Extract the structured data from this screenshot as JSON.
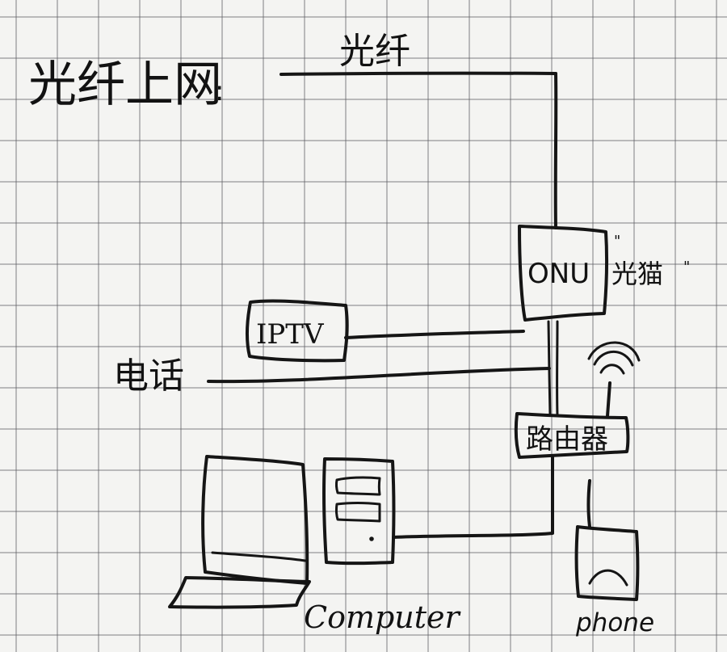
{
  "diagram": {
    "title": "光纤上网",
    "title_colon": ":",
    "fiber_label": "光纤",
    "onu_label": "ONU",
    "onu_nickname": "光猫",
    "iptv_label": "IPTV",
    "phone_line_label": "电话",
    "router_label": "路由器",
    "computer_label": "Computer",
    "phone_label": "phone"
  },
  "colors": {
    "paper": "#f4f4f2",
    "grid": "#8a8a8f",
    "ink": "#151515"
  }
}
